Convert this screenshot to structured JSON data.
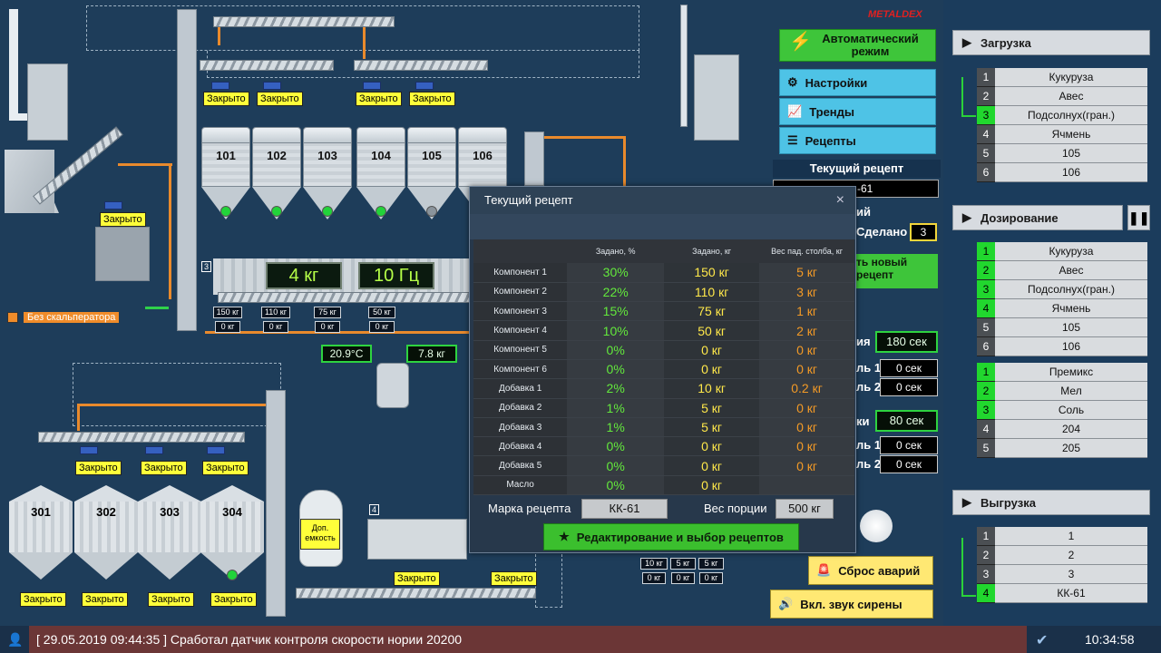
{
  "brand": "METALDEX",
  "menu": {
    "auto_mode": "Автоматический режим",
    "settings": "Настройки",
    "trends": "Тренды",
    "recipes": "Рецепты"
  },
  "current_recipe_panel": {
    "title": "Текущий рецепт",
    "value_partial": "-61",
    "label_partial": "ий",
    "done_label": "Сделано",
    "done_value": "3",
    "new_recipe_partial": "ть новый рецепт",
    "time_label_1": "ия",
    "time_value_1": "180 сек",
    "l1": "ль 1",
    "v1": "0 сек",
    "l2": "ль 2",
    "v2": "0 сек",
    "time_label_2": "ки",
    "time_value_2": "80 сек",
    "l3": "ль 1",
    "v3": "0 сек",
    "l4": "ль 2",
    "v4": "0 сек"
  },
  "loading": {
    "title": "Загрузка",
    "items": [
      {
        "idx": "1",
        "name": "Кукуруза",
        "active": false
      },
      {
        "idx": "2",
        "name": "Авес",
        "active": false
      },
      {
        "idx": "3",
        "name": "Подсолнух(гран.)",
        "active": true
      },
      {
        "idx": "4",
        "name": "Ячмень",
        "active": false
      },
      {
        "idx": "5",
        "name": "105",
        "active": false
      },
      {
        "idx": "6",
        "name": "106",
        "active": false
      }
    ]
  },
  "dosing": {
    "title": "Дозирование",
    "items": [
      {
        "idx": "1",
        "name": "Кукуруза"
      },
      {
        "idx": "2",
        "name": "Авес"
      },
      {
        "idx": "3",
        "name": "Подсолнух(гран.)"
      },
      {
        "idx": "4",
        "name": "Ячмень"
      },
      {
        "idx": "5",
        "name": "105"
      },
      {
        "idx": "6",
        "name": "106"
      }
    ],
    "items2": [
      {
        "idx": "1",
        "name": "Премикс"
      },
      {
        "idx": "2",
        "name": "Мел"
      },
      {
        "idx": "3",
        "name": "Соль"
      },
      {
        "idx": "4",
        "name": "204"
      },
      {
        "idx": "5",
        "name": "205"
      }
    ]
  },
  "unloading": {
    "title": "Выгрузка",
    "items": [
      {
        "idx": "1",
        "name": "1",
        "active": false
      },
      {
        "idx": "2",
        "name": "2",
        "active": false
      },
      {
        "idx": "3",
        "name": "3",
        "active": false
      },
      {
        "idx": "4",
        "name": "КК-61",
        "active": true
      }
    ]
  },
  "plant": {
    "closed": "Закрыто",
    "bins_top": [
      "101",
      "102",
      "103",
      "104",
      "105",
      "106"
    ],
    "silos_bottom": [
      "301",
      "302",
      "303",
      "304"
    ],
    "weight_display": "4 кг",
    "freq_display": "10 Гц",
    "section_3": "3",
    "section_4": "4",
    "small_top": [
      "150 кг",
      "110 кг",
      "75 кг",
      "50 кг"
    ],
    "small_zero": "0 кг",
    "small_bottom": [
      "10 кг",
      "5 кг",
      "5 кг"
    ],
    "temp": "20.9°С",
    "weight2": "7.8 кг",
    "no_separator": "Без скальператора",
    "extra_tank": "Доп. емкость"
  },
  "dialog": {
    "title": "Текущий рецепт",
    "close": "×",
    "col_set_pct": "Задано, %",
    "col_set_kg": "Задано, кг",
    "col_fall": "Вес пад. столба, кг",
    "rows": [
      {
        "name": "Компонент 1",
        "pct": "30%",
        "kg": "150 кг",
        "fall": "5 кг"
      },
      {
        "name": "Компонент 2",
        "pct": "22%",
        "kg": "110 кг",
        "fall": "3 кг"
      },
      {
        "name": "Компонент 3",
        "pct": "15%",
        "kg": "75 кг",
        "fall": "1 кг"
      },
      {
        "name": "Компонент 4",
        "pct": "10%",
        "kg": "50 кг",
        "fall": "2 кг"
      },
      {
        "name": "Компонент 5",
        "pct": "0%",
        "kg": "0 кг",
        "fall": "0 кг"
      },
      {
        "name": "Компонент 6",
        "pct": "0%",
        "kg": "0 кг",
        "fall": "0 кг"
      },
      {
        "name": "Добавка 1",
        "pct": "2%",
        "kg": "10 кг",
        "fall": "0.2 кг"
      },
      {
        "name": "Добавка 2",
        "pct": "1%",
        "kg": "5 кг",
        "fall": "0 кг"
      },
      {
        "name": "Добавка 3",
        "pct": "1%",
        "kg": "5 кг",
        "fall": "0 кг"
      },
      {
        "name": "Добавка 4",
        "pct": "0%",
        "kg": "0 кг",
        "fall": "0 кг"
      },
      {
        "name": "Добавка 5",
        "pct": "0%",
        "kg": "0 кг",
        "fall": "0 кг"
      },
      {
        "name": "Масло",
        "pct": "0%",
        "kg": "0 кг",
        "fall": ""
      }
    ],
    "brand_label": "Марка рецепта",
    "brand_value": "КК-61",
    "portion_label": "Вес порции",
    "portion_value": "500 кг",
    "edit_button": "Редактирование и выбор рецептов"
  },
  "actions": {
    "reset_alarms": "Сброс аварий",
    "siren": "Вкл. звук сирены"
  },
  "alarm": {
    "message": "[ 29.05.2019  09:44:35 ] Сработал датчик контроля скорости нории 20200",
    "time": "10:34:58"
  }
}
